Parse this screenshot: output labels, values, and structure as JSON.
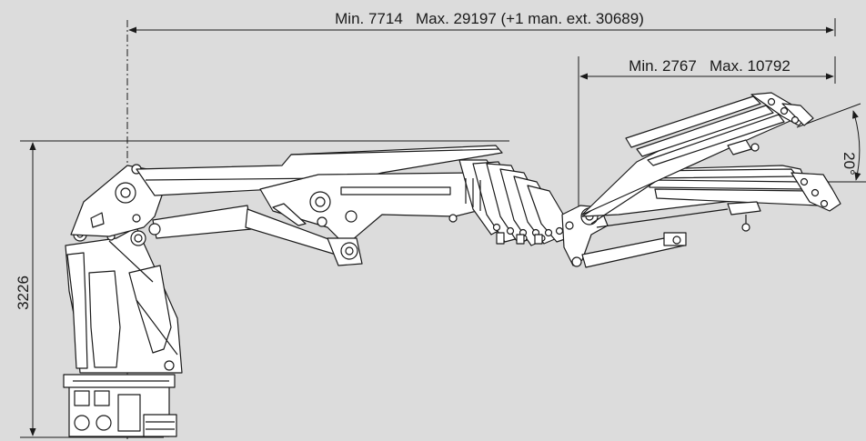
{
  "dimensions": {
    "total_reach": "Min. 7714   Max. 29197 (+1 man. ext. 30689)",
    "jib_reach": "Min. 2767   Max. 10792",
    "height": "3226",
    "jib_angle": "20°"
  },
  "colors": {
    "background": "#dcdcdc",
    "line": "#1a1a1a",
    "fill": "#ffffff"
  }
}
